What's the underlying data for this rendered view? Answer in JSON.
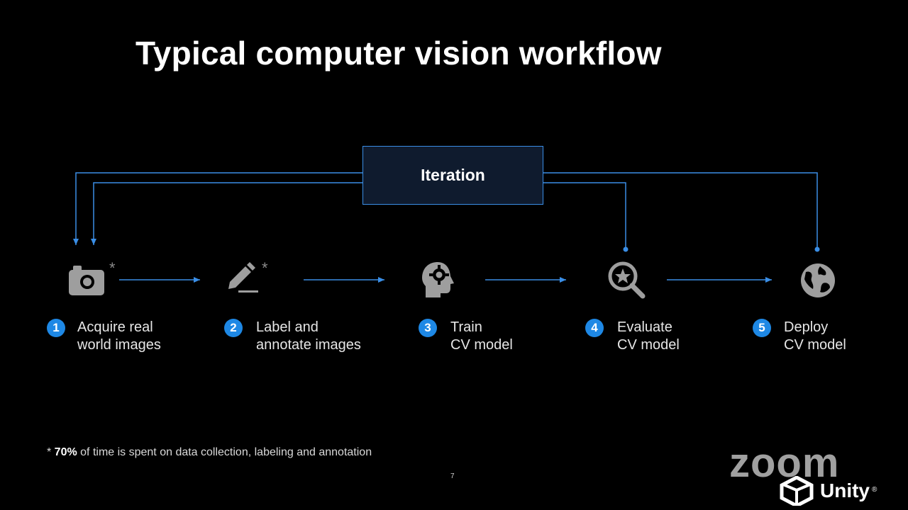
{
  "slide": {
    "title": "Typical computer vision workflow",
    "iteration_label": "Iteration",
    "page_number": "7"
  },
  "steps": [
    {
      "number": "1",
      "line1": "Acquire real",
      "line2": "world images",
      "icon": "camera-icon",
      "asterisk": "*"
    },
    {
      "number": "2",
      "line1": "Label and",
      "line2": "annotate images",
      "icon": "pencil-icon",
      "asterisk": "*"
    },
    {
      "number": "3",
      "line1": "Train",
      "line2": "CV model",
      "icon": "head-gear-icon",
      "asterisk": ""
    },
    {
      "number": "4",
      "line1": "Evaluate",
      "line2": "CV model",
      "icon": "magnifier-star-icon",
      "asterisk": ""
    },
    {
      "number": "5",
      "line1": "Deploy",
      "line2": "CV model",
      "icon": "globe-icon",
      "asterisk": ""
    }
  ],
  "footnote": {
    "prefix": "* ",
    "highlight": "70%",
    "rest": " of time is spent on data collection, labeling and annotation"
  },
  "branding": {
    "zoom": "zoom",
    "unity": "Unity",
    "unity_reg": "®"
  },
  "colors": {
    "accent": "#3a8ee6",
    "badge": "#1e88e5",
    "icon_gray": "#9e9e9e",
    "iteration_fill": "#0f1b2e"
  }
}
